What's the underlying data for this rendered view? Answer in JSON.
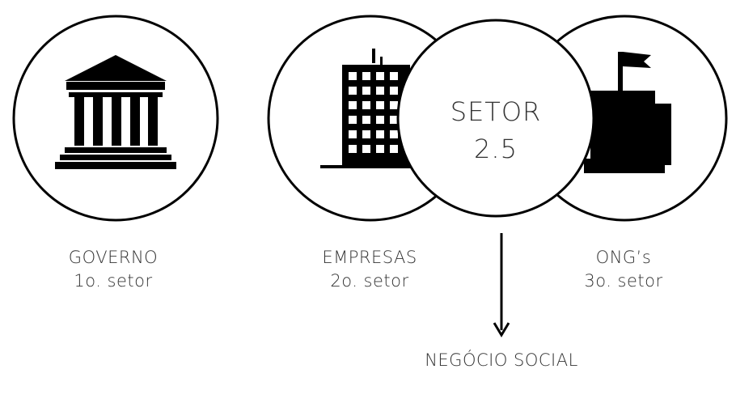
{
  "colors": {
    "ink": "#000000",
    "text": "#333333",
    "background": "#ffffff"
  },
  "center": {
    "line1": "SETOR",
    "line2": "2.5"
  },
  "sectors": [
    {
      "icon": "government-building-icon",
      "name": "GOVERNO",
      "sub": "1o. setor"
    },
    {
      "icon": "office-building-icon",
      "name": "EMPRESAS",
      "sub": "2o. setor"
    },
    {
      "icon": "flag-building-icon",
      "name": "ONG’s",
      "sub": "3o. setor"
    }
  ],
  "result": "NEGÓCIO SOCIAL"
}
